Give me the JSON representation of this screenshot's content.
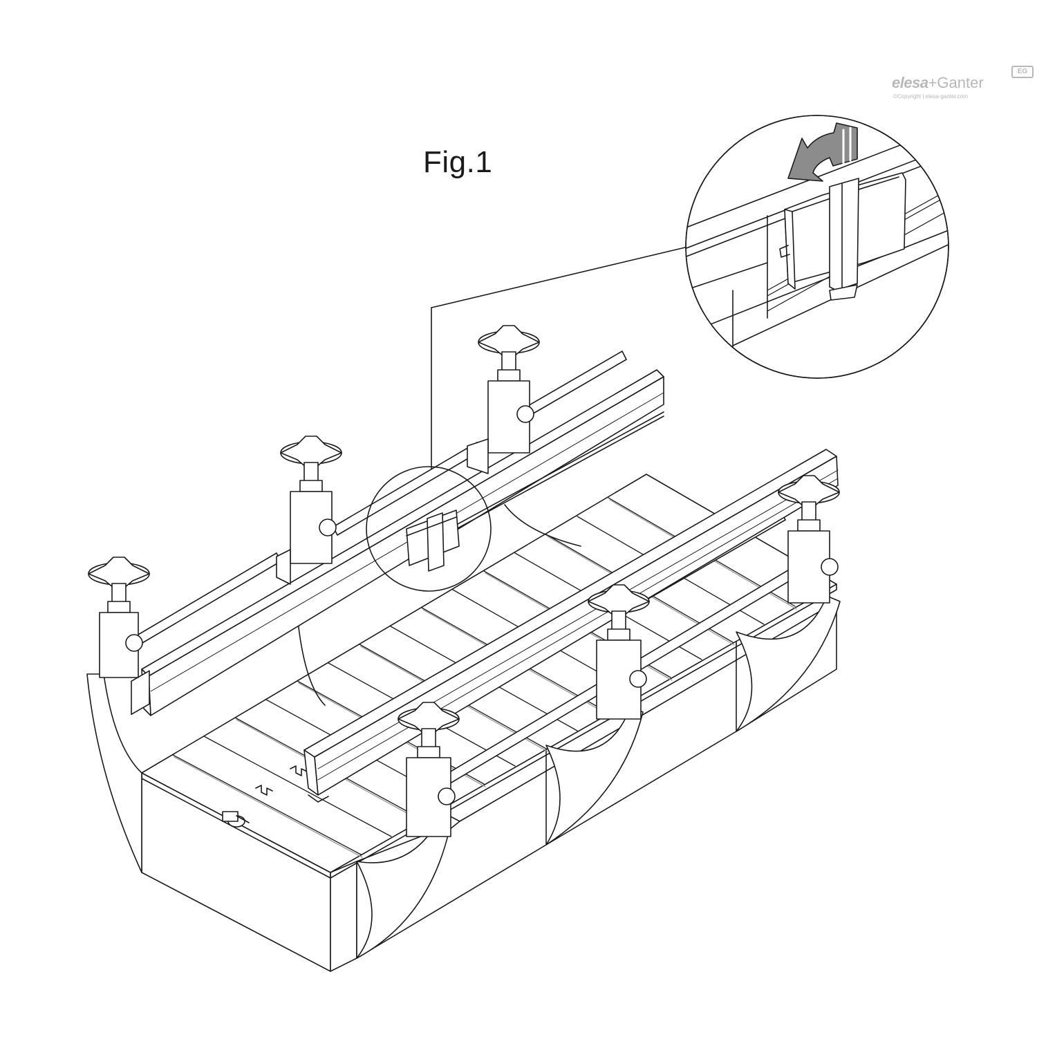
{
  "figure": {
    "title": "Fig.1"
  },
  "logo": {
    "brand_part1": "elesa",
    "brand_part2": "+Ganter",
    "badge": "EG",
    "copyright": "©Copyright | elesa-ganter.com",
    "color": "#b8b8b8"
  },
  "colors": {
    "line": "#1a1a1a",
    "fill": "#ffffff",
    "shade": "#d9d9d9",
    "arrow": "#8c8c8c"
  }
}
